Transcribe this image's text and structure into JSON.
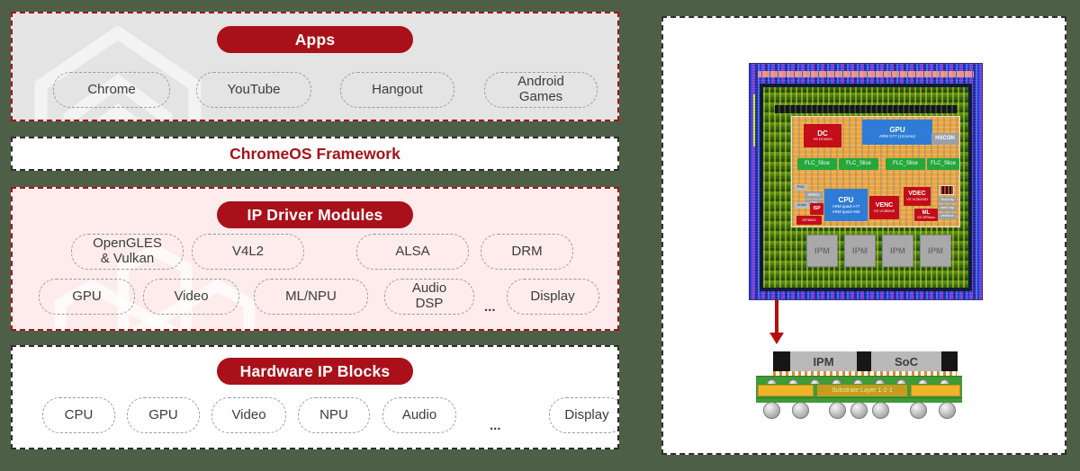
{
  "canvas": {
    "bg": "#4d6047",
    "accent_red": "#a9101a",
    "pink_bg": "#fdeceb",
    "gray_bg": "#e4e4e5"
  },
  "stack": {
    "apps": {
      "title": "Apps",
      "items": [
        "Chrome",
        "YouTube",
        "Hangout",
        "Android\nGames"
      ]
    },
    "framework": {
      "title": "ChromeOS Framework"
    },
    "drivers": {
      "title": "IP Driver Modules",
      "row1": [
        "OpenGLES\n& Vulkan",
        "V4L2",
        "ALSA",
        "DRM"
      ],
      "row2": [
        "GPU",
        "Video",
        "ML/NPU",
        "Audio\nDSP",
        "Display"
      ],
      "ellipsis": "..."
    },
    "hardware": {
      "title": "Hardware IP Blocks",
      "items": [
        "CPU",
        "GPU",
        "Video",
        "NPU",
        "Audio",
        "Display"
      ],
      "ellipsis": "..."
    }
  },
  "right_panel": {
    "die": {
      "dc": {
        "label": "DC",
        "sub": "VS DC8200"
      },
      "gpu": {
        "label": "GPU",
        "sub": "ARM G77 (12cores)"
      },
      "hscon": "HSCON",
      "flc": "FLC_Slice",
      "pmc": "PMC",
      "smmu": "SMMU",
      "csi": "CSI",
      "audio": "Audio",
      "isp": {
        "label": "ISP",
        "sub": "ISP8000"
      },
      "cpu": {
        "label": "CPU",
        "sub1": "ARM quad-A77",
        "sub2": "ARM quad-A55"
      },
      "venc": {
        "label": "VENC",
        "sub": "VS VC8000E"
      },
      "vdec": {
        "label": "VDEC",
        "sub": "VS VC8000D"
      },
      "ml": {
        "label": "ML",
        "sub": "VS VIPNano"
      },
      "security": "Security",
      "memtop": "mem top",
      "perimux": "perimux",
      "ipm": "IPM"
    },
    "package": {
      "ipm": "IPM",
      "soc": "SoC",
      "substrate": "Substrate Layer 1-2-1"
    }
  }
}
